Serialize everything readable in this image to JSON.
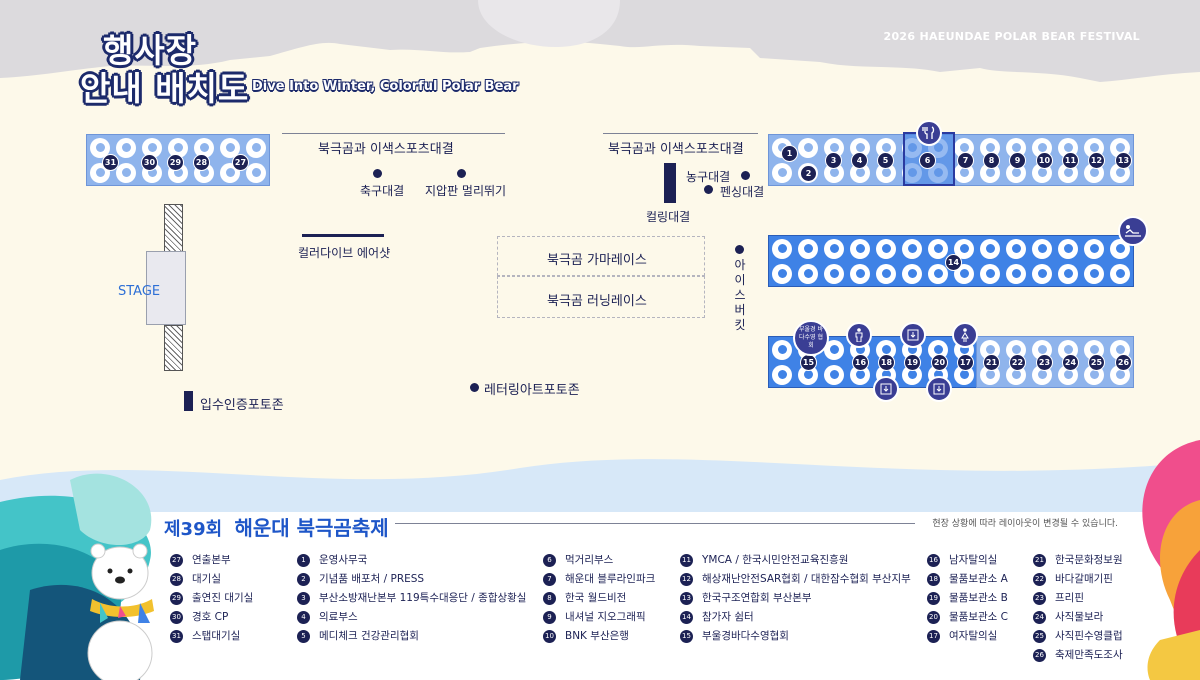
{
  "header": {
    "title_line1": "행사장",
    "title_line2": "안내 배치도",
    "tagline": "Dive Into Winter, Colorful Polar Bear",
    "festival": "2026 HAEUNDAE POLAR BEAR FESTIVAL"
  },
  "map": {
    "stage": "STAGE",
    "zones": {
      "sports_left": "북극곰과 이색스포츠대결",
      "sports_right": "북극곰과 이색스포츠대결",
      "soccer": "축구대결",
      "tug": "지압판 멀리뛰기",
      "basketball": "농구대결",
      "fencing": "펜싱대결",
      "curling": "컬링대결",
      "color_dive": "컬러다이브 에어샷",
      "gama_race": "북극곰 가마레이스",
      "running_race": "북극곰 러닝레이스",
      "ice_bucket": "아이스버킷",
      "photo_entry": "입수인증포토존",
      "lettering": "레터링아트포토존",
      "lifeguard_badge": "부울경 바다수영 협회"
    },
    "booth_numbers": {
      "top_left": [
        "31",
        "30",
        "29",
        "28",
        "27"
      ],
      "top_right_top": [
        "1",
        "3",
        "4",
        "5",
        "6",
        "7",
        "8",
        "9",
        "10",
        "11",
        "12",
        "13"
      ],
      "top_right_bottom": [
        "2"
      ],
      "middle": [
        "14"
      ],
      "bottom": [
        "15",
        "16",
        "18",
        "19",
        "20",
        "17",
        "21",
        "22",
        "23",
        "24",
        "25",
        "26"
      ]
    }
  },
  "legend": {
    "title_prefix": "제39회",
    "title": "해운대 북극곰축제",
    "note": "현장 상황에 따라 레이아웃이 변경될 수 있습니다.",
    "columns": [
      [
        {
          "k": "27",
          "v": "연출본부"
        },
        {
          "k": "28",
          "v": "대기실"
        },
        {
          "k": "29",
          "v": "출연진 대기실"
        },
        {
          "k": "30",
          "v": "경호 CP"
        },
        {
          "k": "31",
          "v": "스탭대기실"
        }
      ],
      [
        {
          "k": "1",
          "v": "운영사무국"
        },
        {
          "k": "2",
          "v": "기념품 배포처 / PRESS"
        },
        {
          "k": "3",
          "v": "부산소방재난본부 119특수대응단 / 종합상황실"
        },
        {
          "k": "4",
          "v": "의료부스"
        },
        {
          "k": "5",
          "v": "메디체크 건강관리협회"
        }
      ],
      [
        {
          "k": "6",
          "v": "먹거리부스"
        },
        {
          "k": "7",
          "v": "해운대 블루라인파크"
        },
        {
          "k": "8",
          "v": "한국 월드비전"
        },
        {
          "k": "9",
          "v": "내셔널 지오그래픽"
        },
        {
          "k": "10",
          "v": "BNK 부산은행"
        }
      ],
      [
        {
          "k": "11",
          "v": "YMCA / 한국시민안전교육진흥원"
        },
        {
          "k": "12",
          "v": "해상재난안전SAR협회 / 대한잠수협회 부산지부"
        },
        {
          "k": "13",
          "v": "한국구조연합회 부산본부"
        },
        {
          "k": "14",
          "v": "참가자 쉼터"
        },
        {
          "k": "15",
          "v": "부울경바다수영협회"
        }
      ],
      [
        {
          "k": "16",
          "v": "남자탈의실"
        },
        {
          "k": "18",
          "v": "물품보관소 A"
        },
        {
          "k": "19",
          "v": "물품보관소 B"
        },
        {
          "k": "20",
          "v": "물품보관소 C"
        },
        {
          "k": "17",
          "v": "여자탈의실"
        }
      ],
      [
        {
          "k": "21",
          "v": "한국문화정보원"
        },
        {
          "k": "22",
          "v": "바다갈매기핀"
        },
        {
          "k": "23",
          "v": "프리핀"
        },
        {
          "k": "24",
          "v": "사직물보라"
        },
        {
          "k": "25",
          "v": "사직핀수영클럽"
        },
        {
          "k": "26",
          "v": "축제만족도조사"
        }
      ]
    ]
  },
  "colors": {
    "navy": "#1c2154",
    "booth_light": "#8fb4ec",
    "booth_dark": "#3f82e6",
    "accent_blue": "#1e56c8"
  }
}
